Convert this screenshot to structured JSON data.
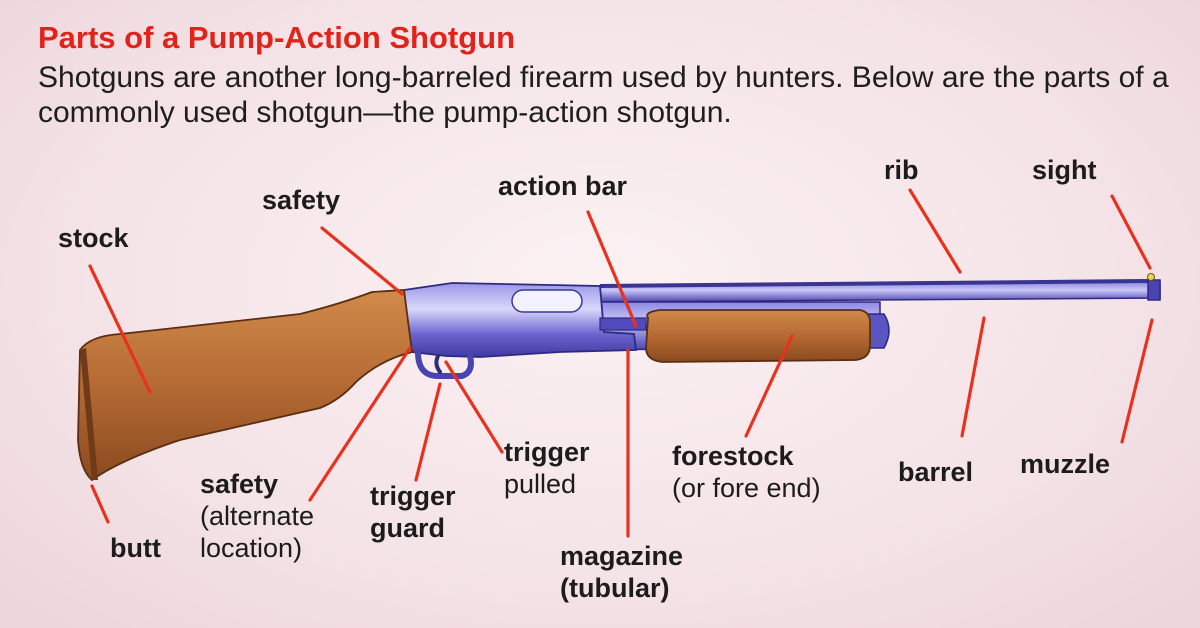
{
  "title": "Parts of a Pump-Action Shotgun",
  "intro": "Shotguns are another long-barreled firearm used by hunters. Below are the parts of a commonly used shotgun—the pump-action shotgun.",
  "colors": {
    "title": "#e2231a",
    "leader": "#e8321e",
    "wood": "#b56a33",
    "metal": "#6a63cf",
    "background": "#f6e6ea"
  },
  "labels": {
    "stock": "stock",
    "safety": "safety",
    "action_bar": "action bar",
    "rib": "rib",
    "sight": "sight",
    "butt": "butt",
    "safety_alt": "safety",
    "safety_alt_note": "(alternate",
    "safety_alt_note2": "location)",
    "trigger_guard": "trigger",
    "trigger_guard2": "guard",
    "trigger_pulled": "trigger",
    "trigger_pulled2": "pulled",
    "magazine": "magazine",
    "magazine2": "(tubular)",
    "forestock": "forestock",
    "forestock_note": "(or fore end)",
    "barrel": "barrel",
    "muzzle": "muzzle"
  }
}
